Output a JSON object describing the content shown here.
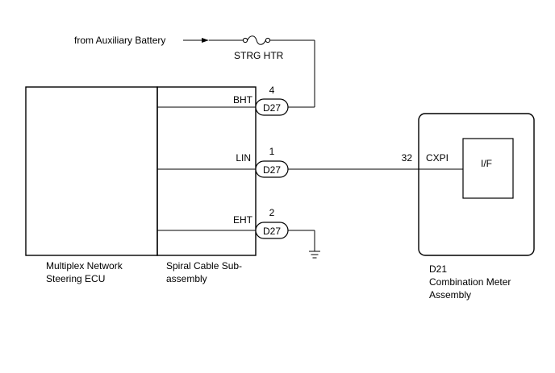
{
  "source": {
    "label": "from Auxiliary Battery"
  },
  "fuse": {
    "label": "STRG HTR"
  },
  "connector_code": "D27",
  "pins": [
    {
      "signal": "BHT",
      "number": "4"
    },
    {
      "signal": "LIN",
      "number": "1"
    },
    {
      "signal": "EHT",
      "number": "2"
    }
  ],
  "components": {
    "ecu": {
      "line1": "Multiplex Network",
      "line2": "Steering ECU"
    },
    "spiral": {
      "line1": "Spiral Cable Sub-",
      "line2": "assembly"
    },
    "meter": {
      "code": "D21",
      "line1": "Combination Meter",
      "line2": "Assembly",
      "pin": "32",
      "signal": "CXPI",
      "interface": "I/F"
    }
  }
}
